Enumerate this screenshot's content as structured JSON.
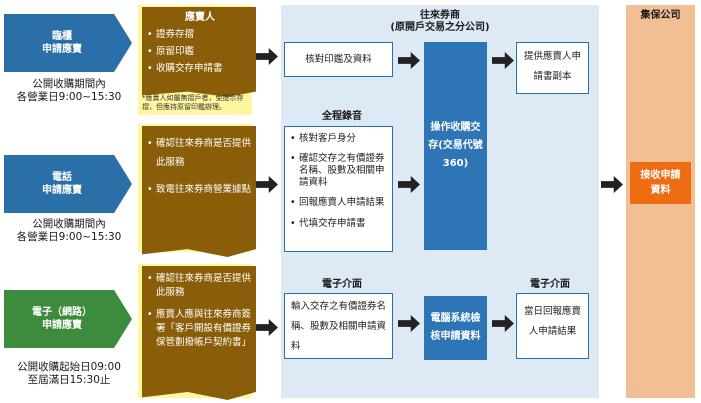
{
  "headers": {
    "broker_title": "往來券商",
    "broker_subtitle": "(原開戶交易之分公司)",
    "tdcc": "集保公司",
    "record_all": "全程錄音",
    "electronic_1": "電子介面",
    "electronic_2": "電子介面"
  },
  "rows": {
    "counter": {
      "arrow_line1": "臨櫃",
      "arrow_line2": "申請應賣",
      "note_line1": "公開收購期間內",
      "note_line2": "各營業日9:00~15:30",
      "doc_title": "應賣人",
      "doc_items": [
        "證券存摺",
        "原留印鑑",
        "收購交存申請書"
      ],
      "doc_footnote": "*應賣人如屬無摺戶者，免提示存摺，但應持原留印鑑辦理。",
      "box_text": "核對印鑑及資料",
      "result_text": "提供應賣人申請書副本"
    },
    "phone": {
      "arrow_line1": "電話",
      "arrow_line2": "申請應賣",
      "note_line1": "公開收購期間內",
      "note_line2": "各營業日9:00~15:30",
      "doc_items": [
        "確認往來券商是否提供此服務",
        "致電往來券商營業據點"
      ],
      "box_items": [
        "核對客戶身分",
        "確認交存之有價證券名稱、股數及相關申請資料",
        "回報應賣人申請結果",
        "代填交存申請書"
      ]
    },
    "online": {
      "arrow_line1": "電子（網路）",
      "arrow_line2": "申請應賣",
      "note_line1": "公開收購起始日09:00",
      "note_line2": "至屆滿日15:30止",
      "doc_items": [
        "確認往來券商是否提供此服務",
        "應賣人應與往來券商簽署「客戶開設有價證券保管劃撥帳戶契約書」"
      ],
      "box_text": "輸入交存之有價證券名稱、股數及相關申請資料",
      "system_text": "電腦系統檢核申請資料",
      "result_text": "當日回報應賣人申請結果"
    }
  },
  "operation_box": "操作收購交存(交易代號360)",
  "tdcc_box": "接收申請資料"
}
